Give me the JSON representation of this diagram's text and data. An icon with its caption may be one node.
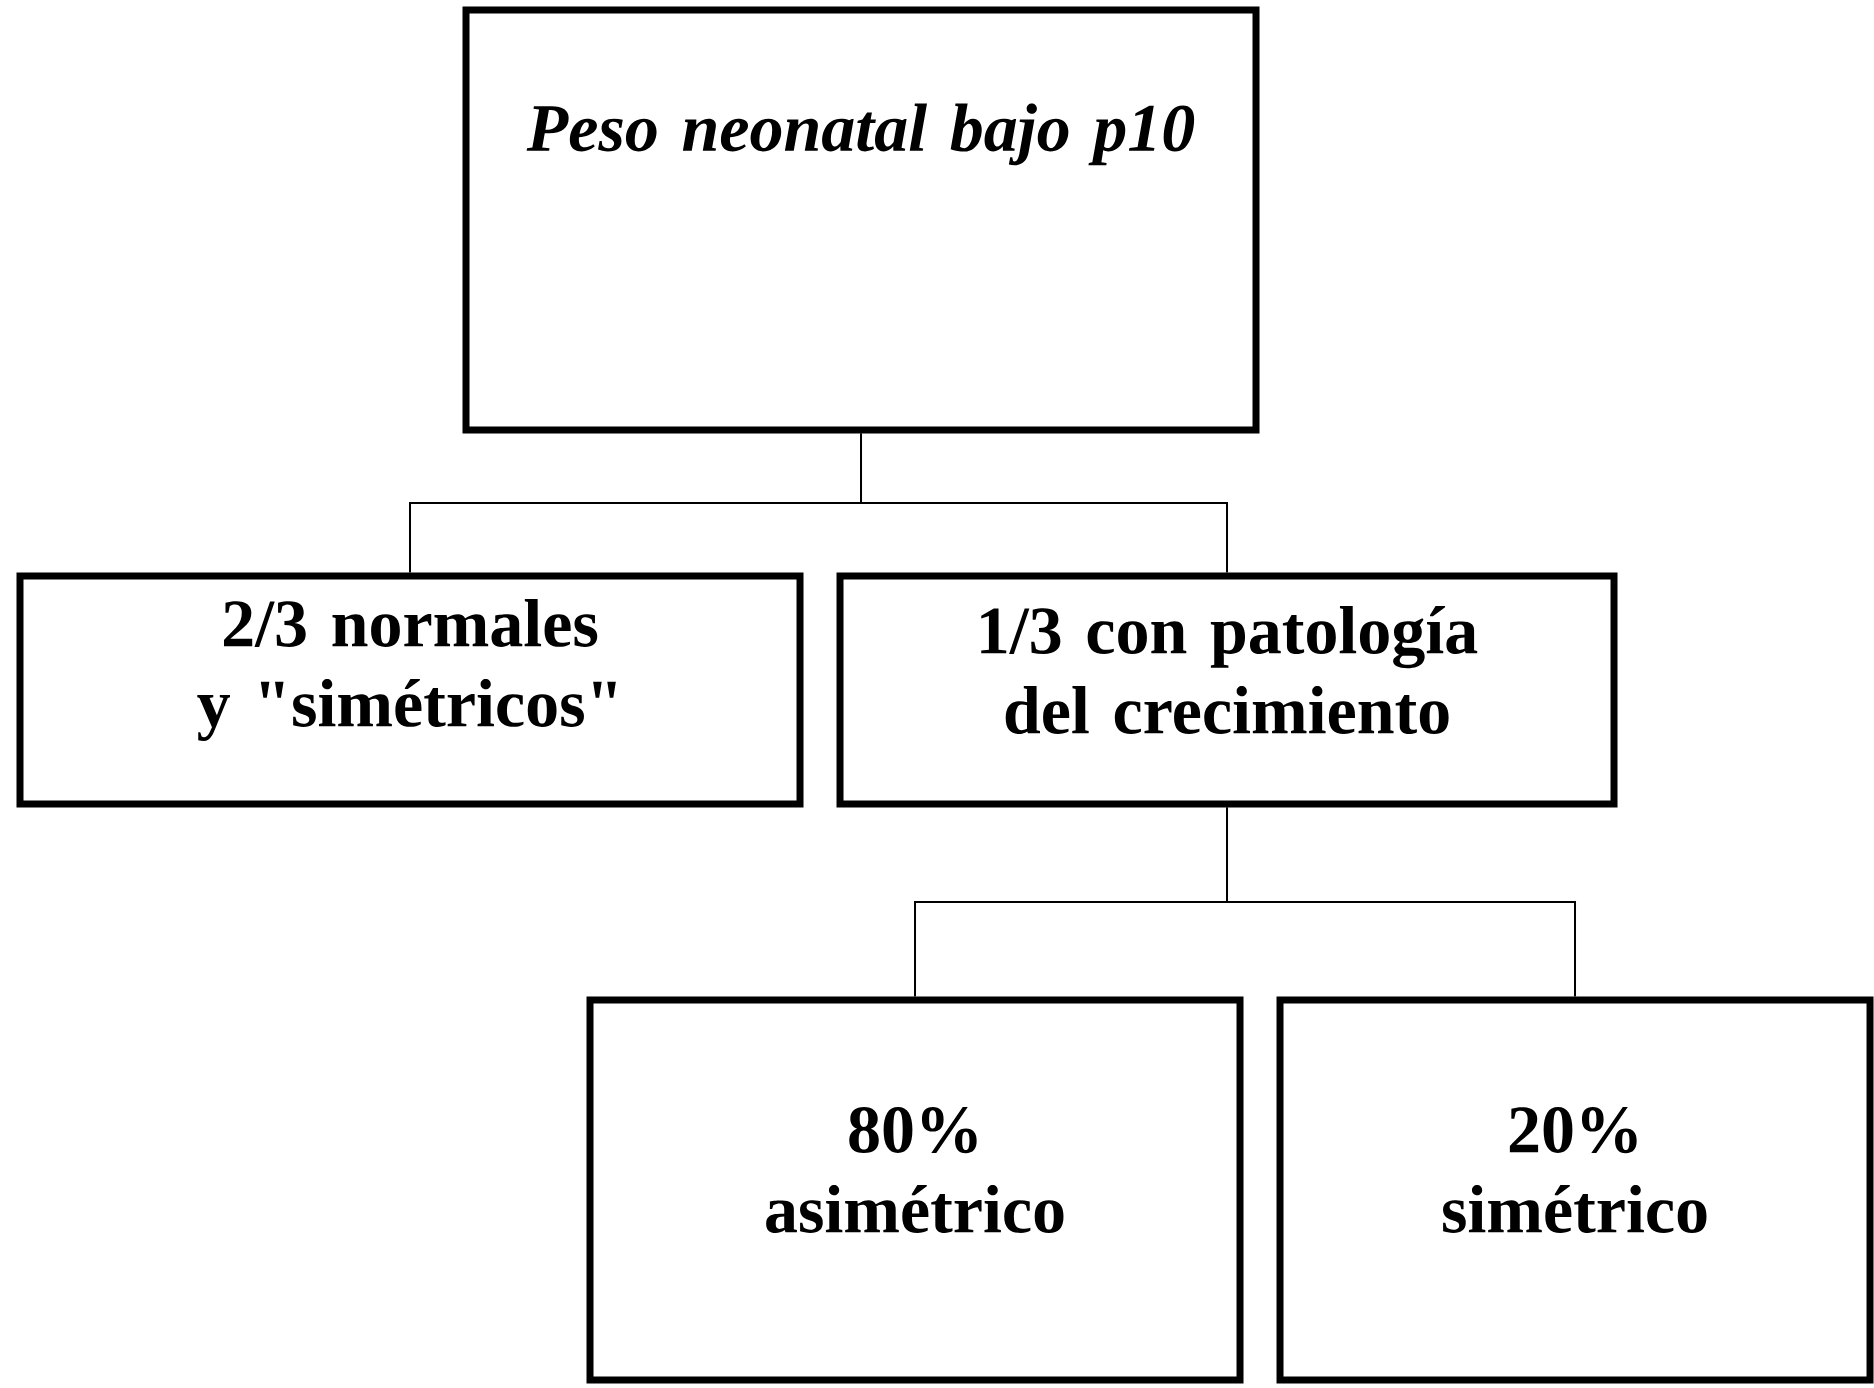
{
  "diagram": {
    "nodes": [
      {
        "text": [
          "Peso neonatal bajo p10"
        ]
      },
      {
        "text": [
          "2/3 normales y \"simétricos\""
        ]
      },
      {
        "text": [
          "1/3 con patología del crecimiento"
        ]
      },
      {
        "text": [
          "80% asimétrico"
        ]
      },
      {
        "text": [
          "20% simétrico"
        ]
      }
    ],
    "edges": [
      {
        "from": 0,
        "to": 1,
        "arrow": "none"
      },
      {
        "from": 0,
        "to": 2,
        "arrow": "none"
      },
      {
        "from": 2,
        "to": 3,
        "arrow": "none"
      },
      {
        "from": 2,
        "to": 4,
        "arrow": "none"
      }
    ]
  }
}
